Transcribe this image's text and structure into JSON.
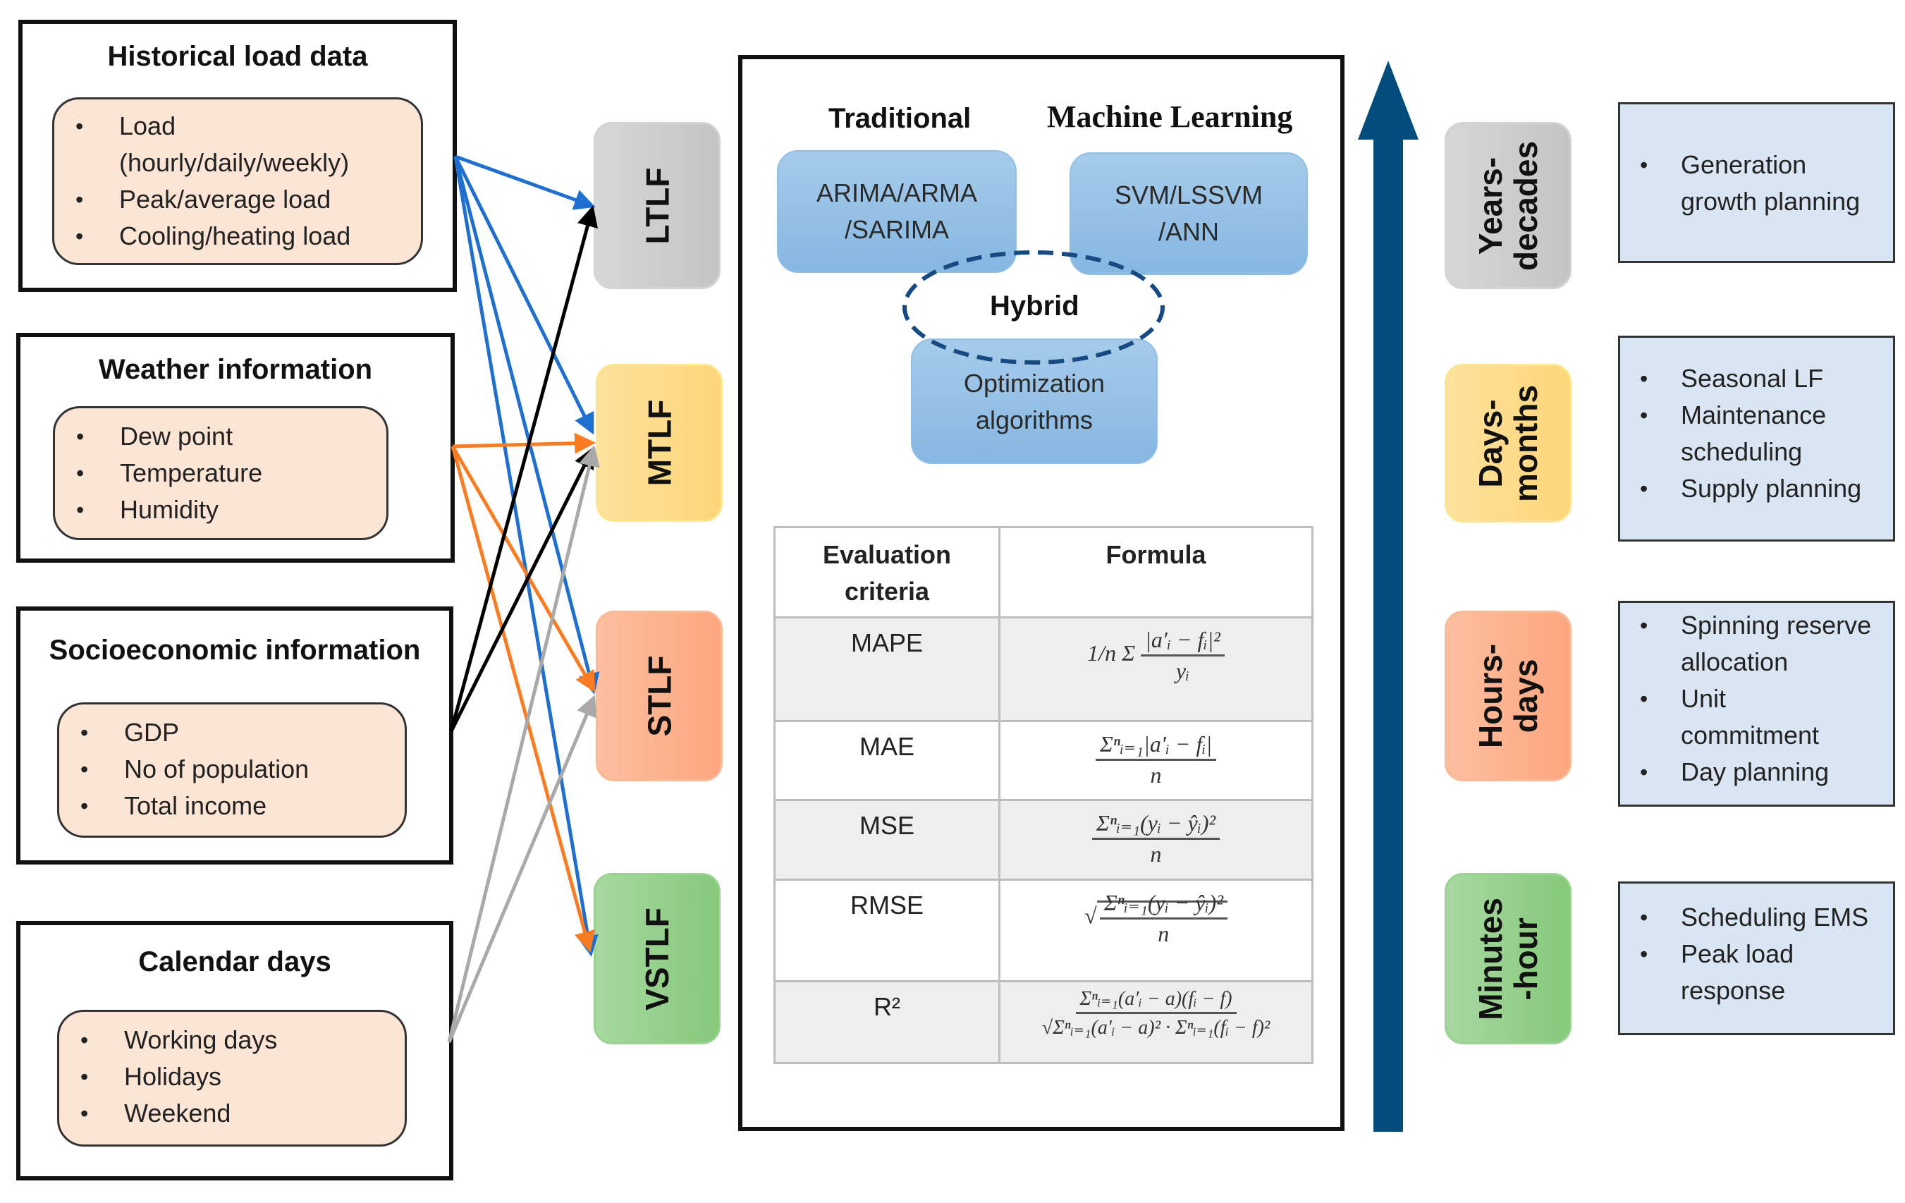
{
  "inputs": [
    {
      "title": "Historical load data",
      "items": [
        "Load",
        "(hourly/daily/weekly)",
        "Peak/average load",
        "Cooling/heating load"
      ]
    },
    {
      "title": "Weather information",
      "items": [
        "Dew point",
        "Temperature",
        "Humidity"
      ]
    },
    {
      "title": "Socioeconomic information",
      "items": [
        "GDP",
        "No of population",
        "Total income"
      ]
    },
    {
      "title": "Calendar days",
      "items": [
        "Working days",
        "Holidays",
        "Weekend"
      ]
    }
  ],
  "horizons": [
    {
      "label": "LTLF",
      "color": "#c8c8c8"
    },
    {
      "label": "MTLF",
      "color": "#fdd67a"
    },
    {
      "label": "STLF",
      "color": "#fca67e"
    },
    {
      "label": "VSTLF",
      "color": "#85c97a"
    }
  ],
  "connections": [
    {
      "from": "Historical load data",
      "to": [
        "LTLF",
        "MTLF",
        "STLF",
        "VSTLF"
      ],
      "color": "#1f6fd1"
    },
    {
      "from": "Weather information",
      "to": [
        "MTLF",
        "STLF",
        "VSTLF"
      ],
      "color": "#f97c22"
    },
    {
      "from": "Socioeconomic information",
      "to": [
        "LTLF",
        "MTLF"
      ],
      "color": "#000000"
    },
    {
      "from": "Calendar days",
      "to": [
        "MTLF",
        "STLF"
      ],
      "color": "#a9a9a9"
    }
  ],
  "methods": {
    "traditional_heading": "Traditional",
    "ml_heading": "Machine Learning",
    "traditional_box": [
      "ARIMA/ARMA",
      "/SARIMA"
    ],
    "ml_box": [
      "SVM/LSSVM",
      "/ANN"
    ],
    "hybrid_label": "Hybrid",
    "optimization_box": [
      "Optimization",
      "algorithms"
    ]
  },
  "table": {
    "headers": [
      "Evaluation criteria",
      "Formula"
    ],
    "header_lines": [
      "Evaluation",
      "criteria"
    ],
    "rows": [
      {
        "criterion": "MAPE",
        "formula": "(1/n) Σ_{i=1}^{n} |a′_i − f_i|² / y_i"
      },
      {
        "criterion": "MAE",
        "formula": "Σ_{i=1}^{n} |a′_i − f_i| / n"
      },
      {
        "criterion": "MSE",
        "formula": "Σ_{i=1}^{n} (y_i − ŷ_i)² / n"
      },
      {
        "criterion": "RMSE",
        "formula": "√( Σ_{i=1}^{n} (y_i − ŷ_i)² / n )"
      },
      {
        "criterion": "R²",
        "formula": "Σ_{i=1}^{n}(a′_i − a)(f_i − f) / √( Σ_{i=1}^{n}(a′_i − a)² · Σ_{i=1}^{n}(f_i − f)² )"
      }
    ],
    "formula_parts": {
      "mape": {
        "pre": "1/n Σ",
        "num": "|a′ᵢ − fᵢ|²",
        "den": "yᵢ"
      },
      "mae": {
        "num": "Σⁿᵢ₌₁|a′ᵢ − fᵢ|",
        "den": "n"
      },
      "mse": {
        "num": "Σⁿᵢ₌₁(yᵢ − ŷᵢ)²",
        "den": "n"
      },
      "rmse": {
        "num": "Σⁿᵢ₌₁(yᵢ − ŷᵢ)²",
        "den": "n"
      },
      "r2": {
        "num": "Σⁿᵢ₌₁(a′ᵢ − a)(fᵢ − f)",
        "den": "√Σⁿᵢ₌₁(a′ᵢ − a)² · Σⁿᵢ₌₁(fᵢ − f)²"
      }
    }
  },
  "timeline": {
    "arrow_color": "#034d7c",
    "scales": [
      {
        "label_lines": [
          "Years-",
          "decades"
        ],
        "color": "#c8c8c8",
        "applications": [
          "Generation",
          "growth planning"
        ]
      },
      {
        "label_lines": [
          "Days-",
          "months"
        ],
        "color": "#fdd67a",
        "applications": [
          "Seasonal LF",
          "Maintenance",
          "scheduling",
          "Supply planning"
        ]
      },
      {
        "label_lines": [
          "Hours-",
          "days"
        ],
        "color": "#fca67e",
        "applications": [
          "Spinning reserve",
          "allocation",
          "Unit",
          "commitment",
          "Day planning"
        ]
      },
      {
        "label_lines": [
          "Minutes",
          "-hour"
        ],
        "color": "#85c97a",
        "applications": [
          "Scheduling EMS",
          "Peak load",
          "response"
        ]
      }
    ]
  }
}
